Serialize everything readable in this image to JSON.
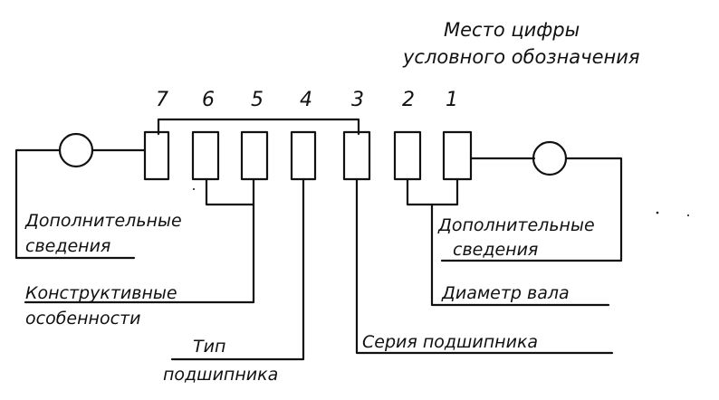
{
  "title": {
    "line1": "Место цифры",
    "line2": "условного обозначения"
  },
  "digits": [
    "7",
    "6",
    "5",
    "4",
    "3",
    "2",
    "1"
  ],
  "labels": {
    "left_extra": [
      "Дополнительные",
      "сведения"
    ],
    "design": [
      "Конструктивные",
      "особенности"
    ],
    "type": [
      "Тип",
      "подшипника"
    ],
    "series": "Серия подшипника",
    "right_extra": [
      "Дополнительные",
      "сведения"
    ],
    "diameter": "Диаметр вала"
  },
  "colors": {
    "ink": "#111111",
    "paper": "#ffffff"
  }
}
